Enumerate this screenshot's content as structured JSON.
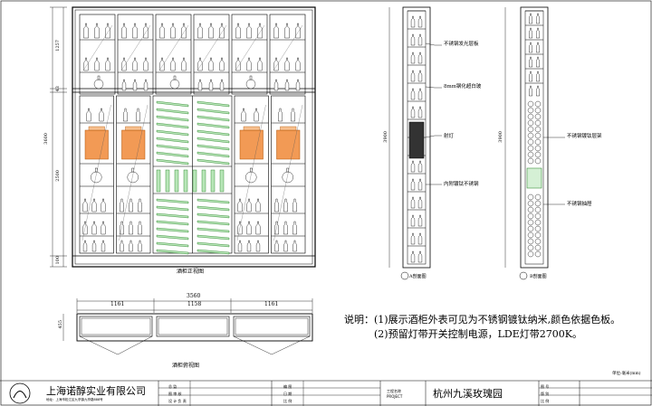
{
  "drawing": {
    "front_view": {
      "title": "酒柜正视图",
      "dims": {
        "height_total": "3600",
        "top": "1257",
        "mid": "43",
        "lower": "2500",
        "base": "100"
      }
    },
    "section_a": {
      "title": "A剖面图",
      "height": "3900",
      "labels": [
        "不锈钢发光层板",
        "8mm钢化超白玻",
        "射灯",
        "内附镀钛不锈钢"
      ]
    },
    "section_b": {
      "title": "B剖面图",
      "height": "3900",
      "labels": [
        "不锈钢镀钛层架",
        "不锈钢抽屉"
      ]
    },
    "top_view": {
      "title": "酒柜俯视图",
      "dims": {
        "total": "3560",
        "left": "1161",
        "mid": "1158",
        "right": "1161",
        "depth": "455"
      }
    },
    "notes": {
      "heading": "说明：",
      "items": [
        "(1)展示酒柜外表可见为不锈钢镀钛纳米,颜色依据色板。",
        "(2)预留灯带开关控制电源，LDE灯带2700K。"
      ]
    },
    "unit_label": "单位:毫米(mm)"
  },
  "title_block": {
    "company": "上海诺醇实业有限公司",
    "address": "地址：上海市松江区九亭镇九亭路888号",
    "cells": {
      "design": "总 监",
      "check": "图 审 核",
      "draw": "设 计 负 责",
      "drawing_no": "编 图",
      "date": "日 期",
      "scale_cell": "比 例",
      "project_label": "工程名称",
      "project_label_en": "PROJECT",
      "project_name": "杭州九溪玫瑰园",
      "sheet": "图 号",
      "version": "版 别",
      "scale": "比 例"
    }
  }
}
